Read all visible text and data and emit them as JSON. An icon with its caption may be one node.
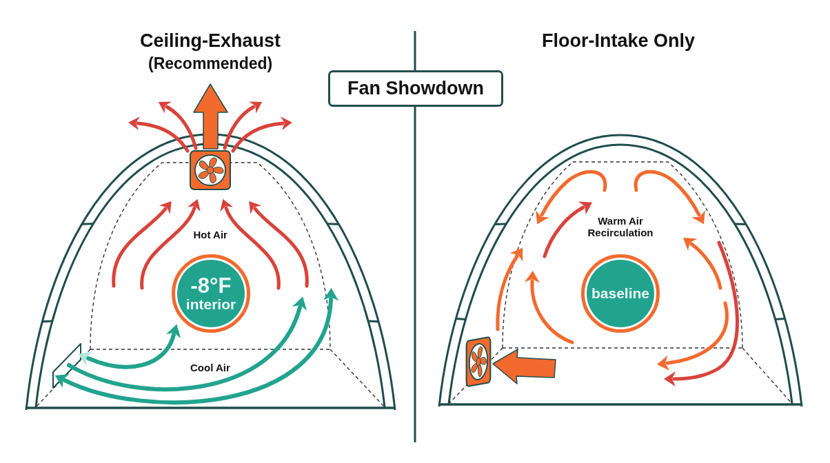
{
  "diagram": {
    "title": "Fan Showdown",
    "nodes": [
      {
        "text": [
          "-8°F",
          "interior"
        ]
      },
      {
        "text": [
          "baseline"
        ]
      }
    ],
    "labels": [
      "Ceiling-Exhaust",
      "(Recommended)",
      "Floor-Intake Only",
      "Hot Air",
      "Cool Air",
      "Warm Air Recirculation"
    ]
  }
}
